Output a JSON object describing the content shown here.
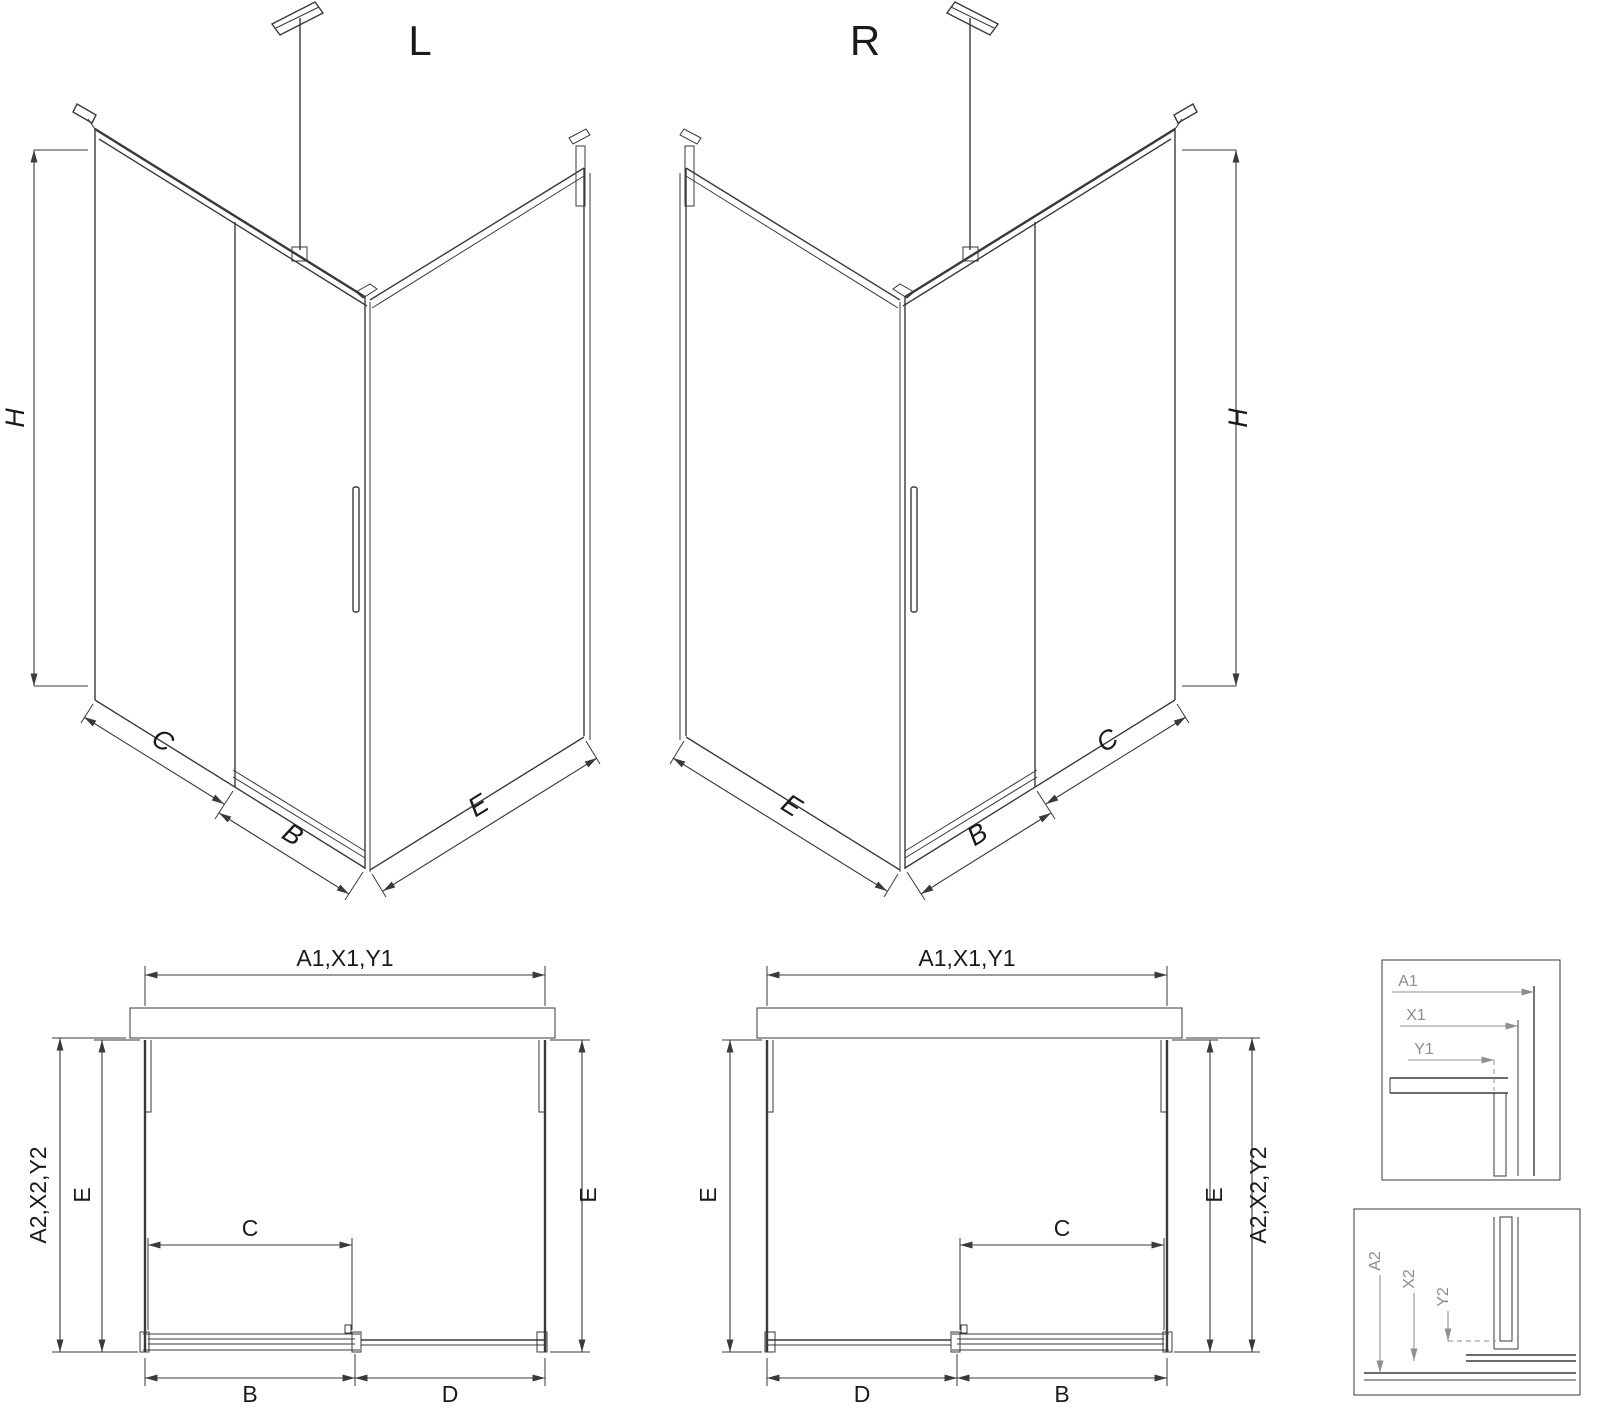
{
  "colors": {
    "line": "#3a3a3a",
    "label_text": "#1a1a1a",
    "detail_text": "#8c8c8c",
    "background": "#ffffff"
  },
  "iso_left": {
    "title": "L",
    "dim_h": "H",
    "dim_c": "C",
    "dim_b": "B",
    "dim_e": "E"
  },
  "iso_right": {
    "title": "R",
    "dim_h": "H",
    "dim_c": "C",
    "dim_b": "B",
    "dim_e": "E"
  },
  "plan_left": {
    "dim_width_top": "A1,X1,Y1",
    "dim_depth_outer": "A2,X2,Y2",
    "dim_e_left": "E",
    "dim_e_right": "E",
    "dim_c": "C",
    "dim_b": "B",
    "dim_d": "D"
  },
  "plan_right": {
    "dim_width_top": "A1,X1,Y1",
    "dim_depth_outer": "A2,X2,Y2",
    "dim_e_left": "E",
    "dim_e_right": "E",
    "dim_c": "C",
    "dim_b": "B",
    "dim_d": "D"
  },
  "detail_top": {
    "dim_a1": "A1",
    "dim_x1": "X1",
    "dim_y1": "Y1"
  },
  "detail_bottom": {
    "dim_a2": "A2",
    "dim_x2": "X2",
    "dim_y2": "Y2"
  }
}
